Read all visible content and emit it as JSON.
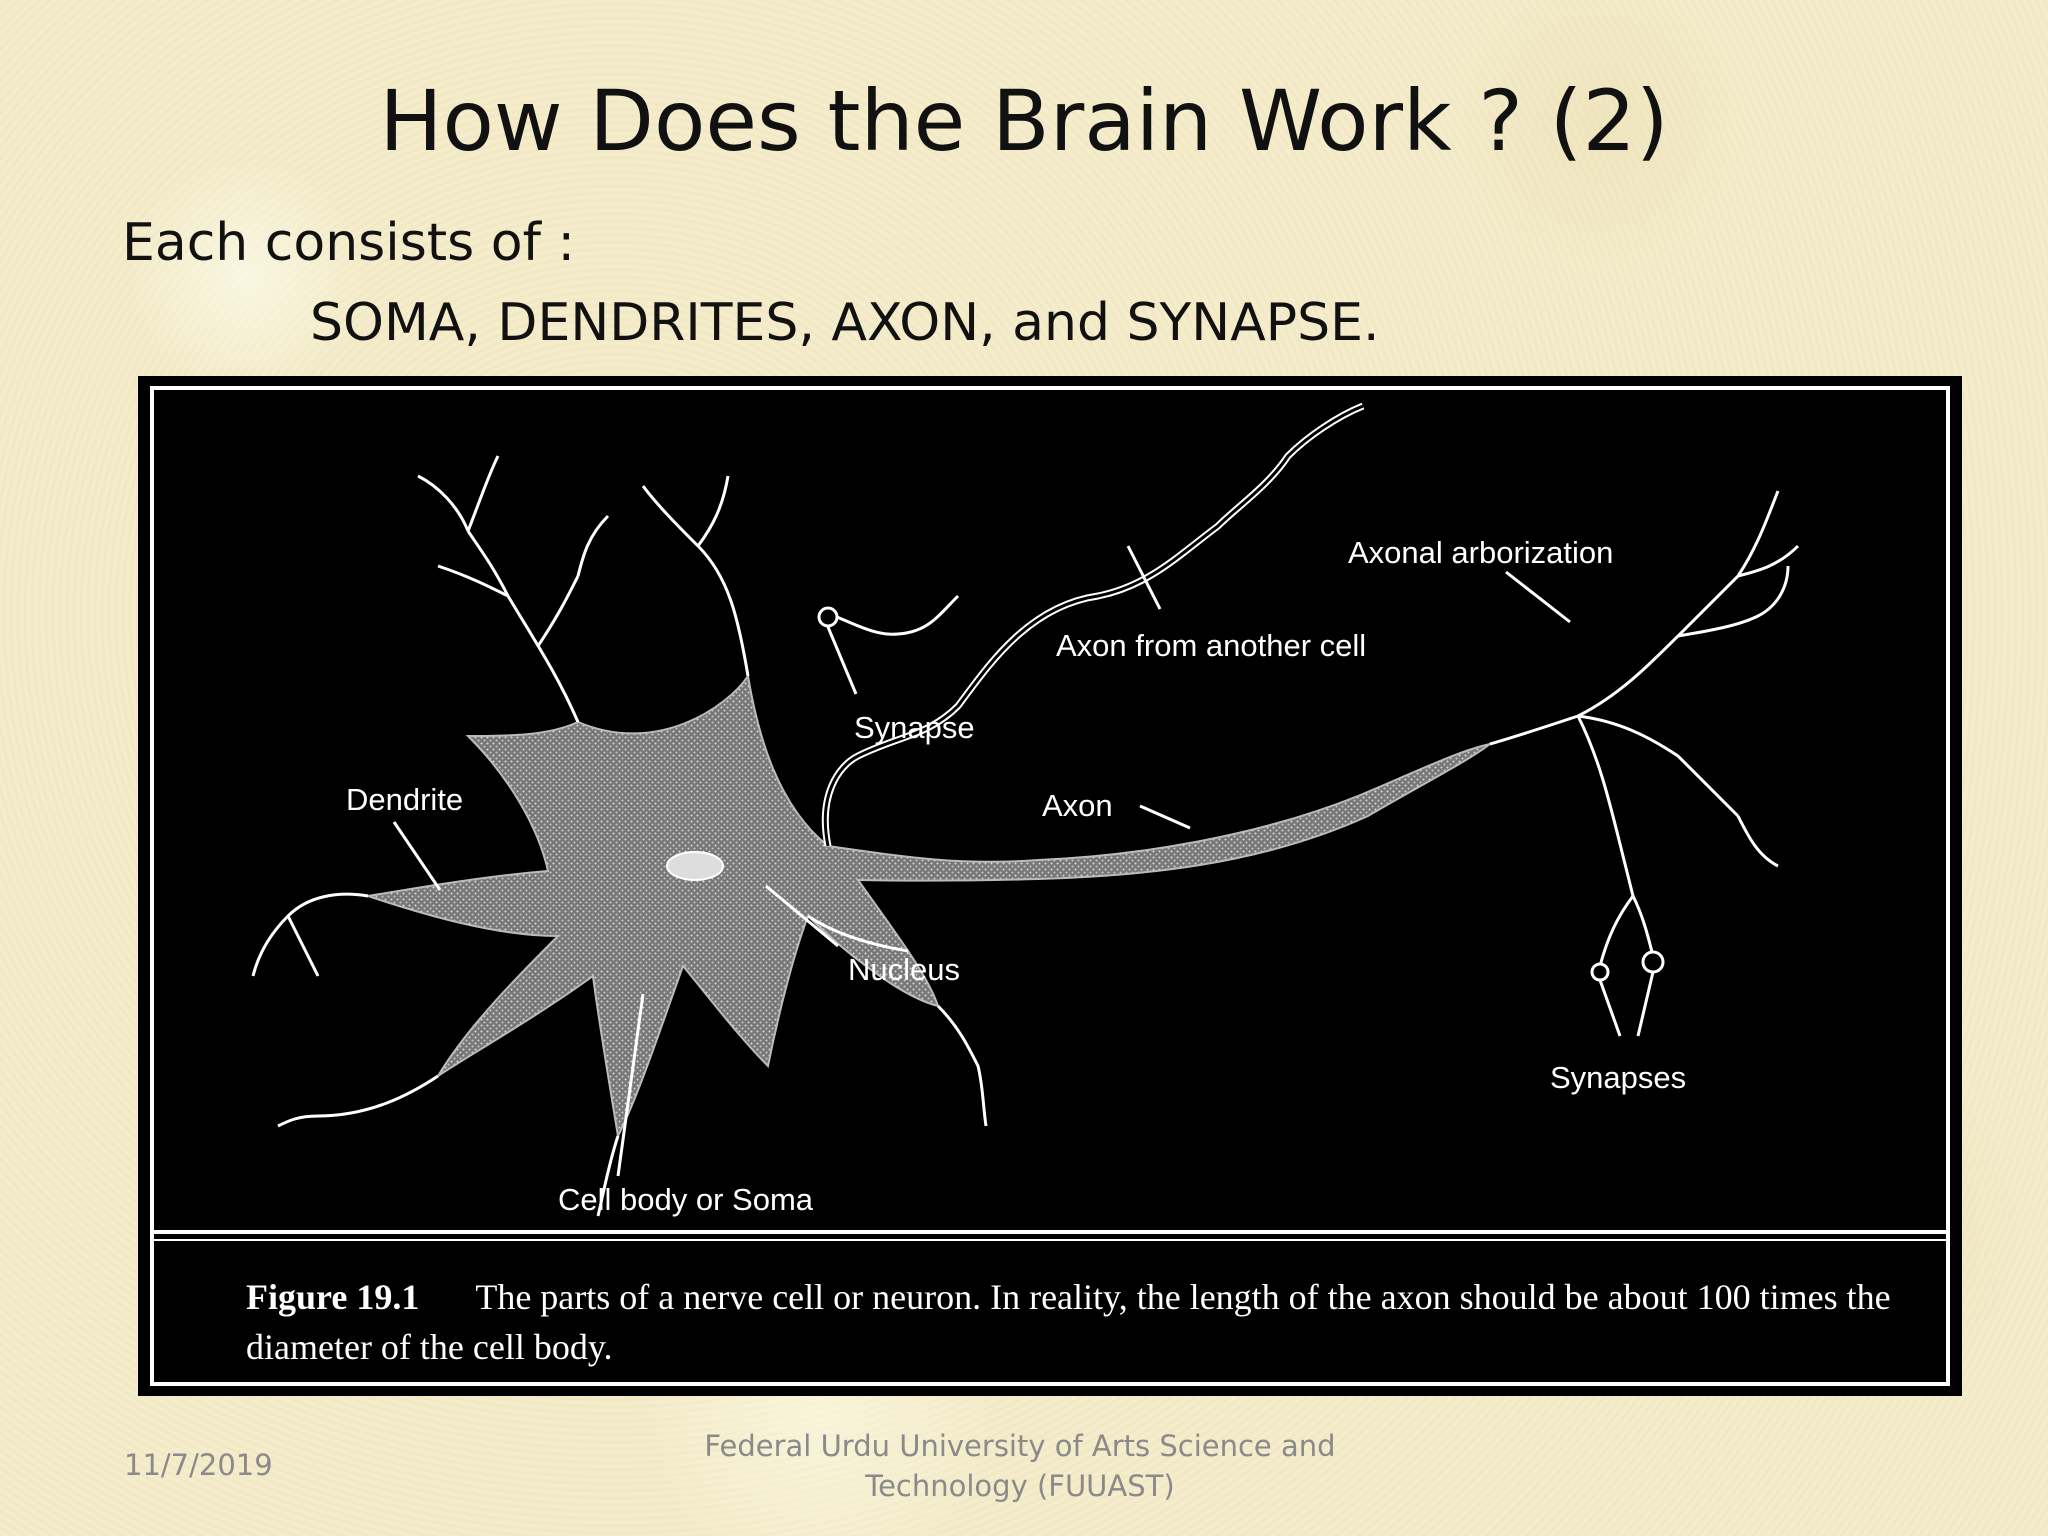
{
  "slide": {
    "title": "How Does the Brain Work ? (2)",
    "intro": "Each consists of :",
    "parts": "SOMA, DENDRITES, AXON, and SYNAPSE."
  },
  "figure": {
    "labels": {
      "axonal_arborization": "Axonal arborization",
      "axon_from_another_cell": "Axon from another cell",
      "synapse": "Synapse",
      "dendrite": "Dendrite",
      "axon": "Axon",
      "nucleus": "Nucleus",
      "synapses": "Synapses",
      "cell_body": "Cell body or Soma"
    },
    "caption_number": "Figure 19.1",
    "caption_text": "The parts of a nerve cell or neuron. In reality, the length of the axon should be about 100 times the diameter of the cell body."
  },
  "footer": {
    "date": "11/7/2019",
    "institution_line1": "Federal Urdu University of Arts Science and",
    "institution_line2": "Technology (FUUAST)"
  }
}
